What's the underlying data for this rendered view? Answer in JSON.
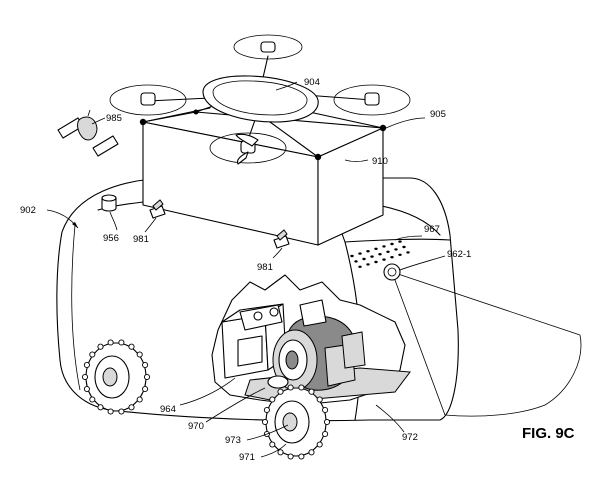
{
  "figure": {
    "caption": "FIG. 9C",
    "labels": {
      "ref_902": "902",
      "ref_904": "904",
      "ref_905": "905",
      "ref_910": "910",
      "ref_985": "985",
      "ref_956": "956",
      "ref_981_left": "981",
      "ref_981_right": "981",
      "ref_967": "967",
      "ref_962_1": "962-1",
      "ref_964": "964",
      "ref_970": "970",
      "ref_973": "973",
      "ref_971": "971",
      "ref_972": "972"
    }
  }
}
